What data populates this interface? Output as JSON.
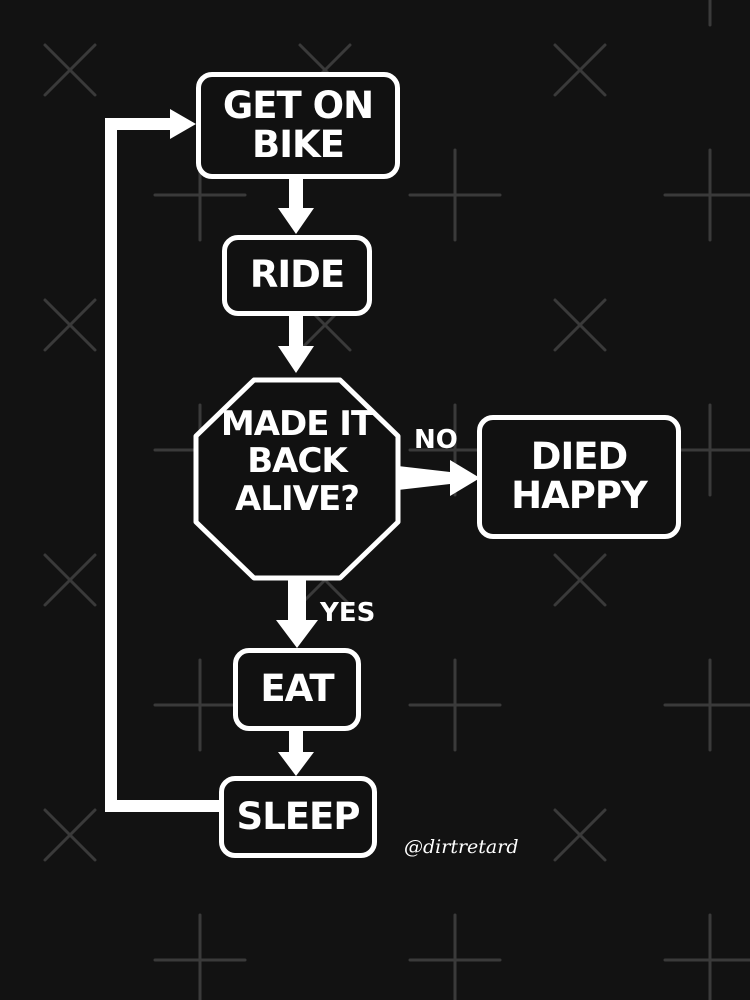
{
  "colors": {
    "background": "#121212",
    "foreground": "#ffffff",
    "pattern": "#3a3a3a"
  },
  "flowchart": {
    "nodes": {
      "get_on_bike": "GET ON BIKE",
      "ride": "RIDE",
      "decision": "MADE IT BACK ALIVE?",
      "died_happy": "DIED HAPPY",
      "eat": "EAT",
      "sleep": "SLEEP"
    },
    "edge_labels": {
      "no": "NO",
      "yes": "YES"
    }
  },
  "signature": "@dirtretard"
}
